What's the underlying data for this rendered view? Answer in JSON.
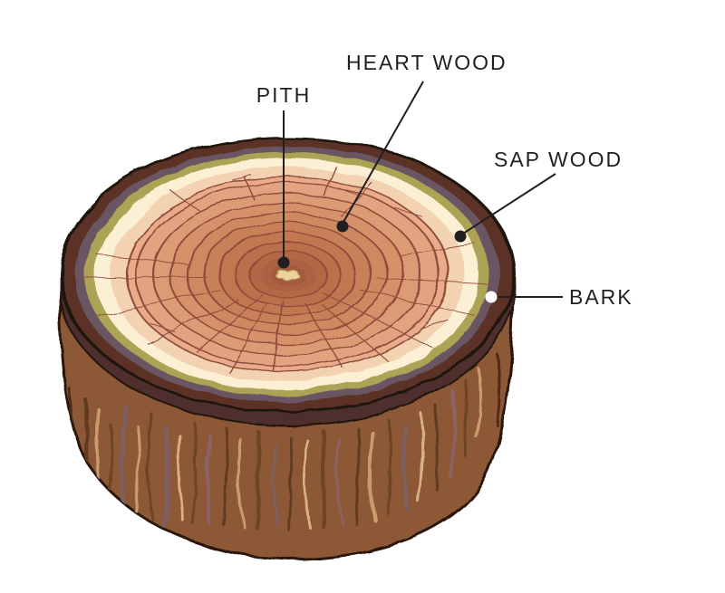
{
  "figure": {
    "labels": {
      "pith": "PITH",
      "heartwood": "HEART WOOD",
      "sapwood": "SAP WOOD",
      "bark": "BARK"
    },
    "colors": {
      "background": "#FFFFFF",
      "label_text": "#231F20",
      "leader_line": "#231F20",
      "marker_dot_dark": "#231F20",
      "marker_dot_light": "#FFFFFF",
      "bark_ring": "#5B3126",
      "inner_bark_ring": "#6B5663",
      "cambium_ring": "#ADA355",
      "sapwood_cream": "#FBEFD4",
      "sapwood_peach": "#F3D2B2",
      "heartwood_outer": "#E2A381",
      "heartwood_center": "#A15C3E",
      "growth_ring_line": "#8F4B3B",
      "pith_fill": "#EAD49B",
      "trunk_side": "#8D5936",
      "trunk_collar": "#4F2F2E"
    }
  }
}
